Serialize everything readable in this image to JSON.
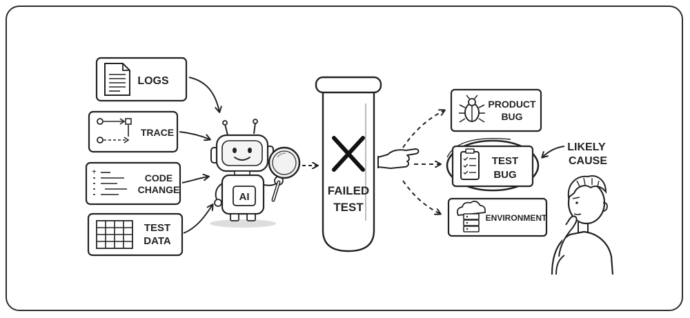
{
  "inputs": {
    "logs": "LOGS",
    "trace": "TRACE",
    "code_change": [
      "CODE",
      "CHANGE"
    ],
    "test_data": [
      "TEST",
      "DATA"
    ]
  },
  "robot": {
    "badge": "AI"
  },
  "tube": {
    "label": [
      "FAILED",
      "TEST"
    ]
  },
  "outcomes": {
    "product_bug": [
      "PRODUCT",
      "BUG"
    ],
    "test_bug": [
      "TEST",
      "BUG"
    ],
    "environment": "ENVIRONMENT"
  },
  "callout": [
    "LIKELY",
    "CAUSE"
  ]
}
